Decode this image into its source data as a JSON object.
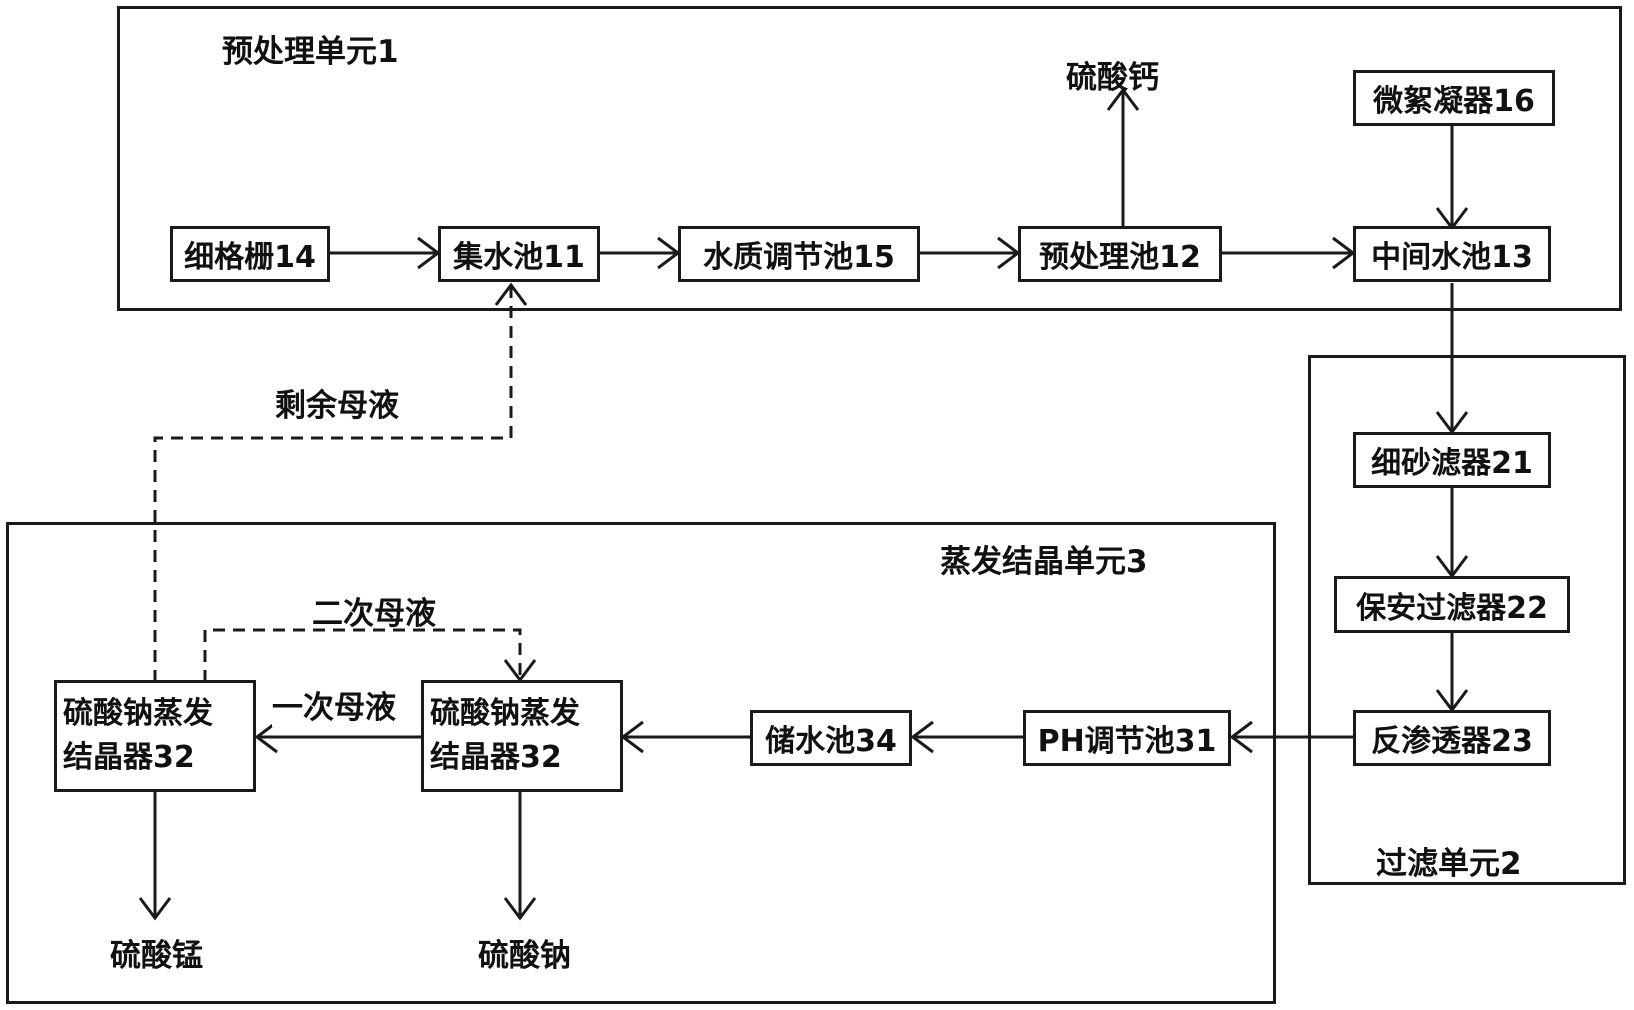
{
  "units": {
    "pretreatment": "预处理单元1",
    "filtration": "过滤单元2",
    "evaporation": "蒸发结晶单元3"
  },
  "nodes": {
    "fine_grid": "细格栅14",
    "collect_pool": "集水池11",
    "water_quality_pool": "水质调节池15",
    "pretreat_pool": "预处理池12",
    "intermediate_pool": "中间水池13",
    "micro_flocculator": "微絮凝器16",
    "fine_sand_filter": "细砂滤器21",
    "security_filter": "保安过滤器22",
    "reverse_osmosis": "反渗透器23",
    "ph_pool": "PH调节池31",
    "storage_pool": "储水池34",
    "evaporator_right": {
      "line1": "硫酸钠蒸发",
      "line2": "结晶器32"
    },
    "evaporator_left": {
      "line1": "硫酸钠蒸发",
      "line2": "结晶器32"
    }
  },
  "labels": {
    "calcium_sulfate": "硫酸钙",
    "remaining_mother_liquor": "剩余母液",
    "secondary_mother_liquor": "二次母液",
    "primary_mother_liquor": "一次母液",
    "manganese_sulfate": "硫酸锰",
    "sodium_sulfate": "硫酸钠"
  }
}
